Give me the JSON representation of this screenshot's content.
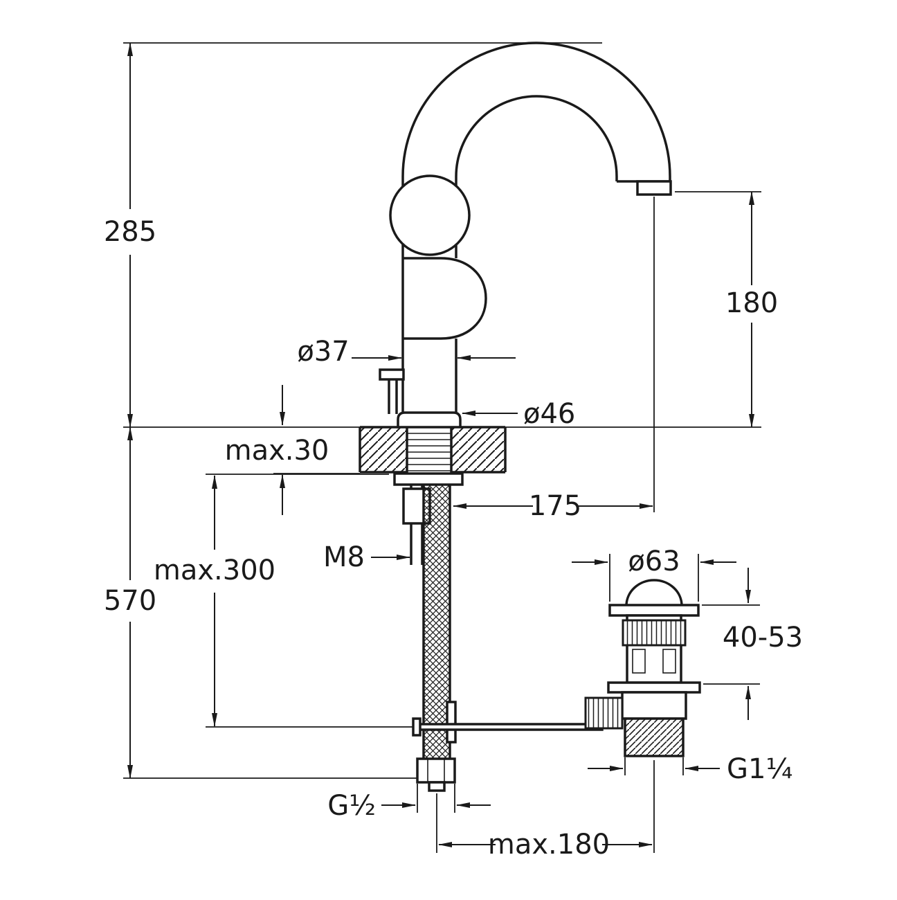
{
  "drawing": {
    "type": "technical-dimension-drawing",
    "subject": "single-lever basin mixer with high swivel spout and pop-up waste",
    "colors": {
      "line": "#1a1a1a",
      "background": "#ffffff"
    },
    "labels": {
      "height_above_deck": "285",
      "height_under_deck": "570",
      "spout_height": "180",
      "spout_tube_diameter": "ø37",
      "base_diameter": "ø46",
      "deck_thickness": "max.30",
      "spout_reach": "175",
      "mounting_stud_thread": "M8",
      "hose_drop": "max.300",
      "waste_cap_diameter": "ø63",
      "waste_adjust_range": "40-53",
      "waste_thread": "G1¼",
      "supply_thread": "G½",
      "rod_reach": "max.180"
    }
  }
}
